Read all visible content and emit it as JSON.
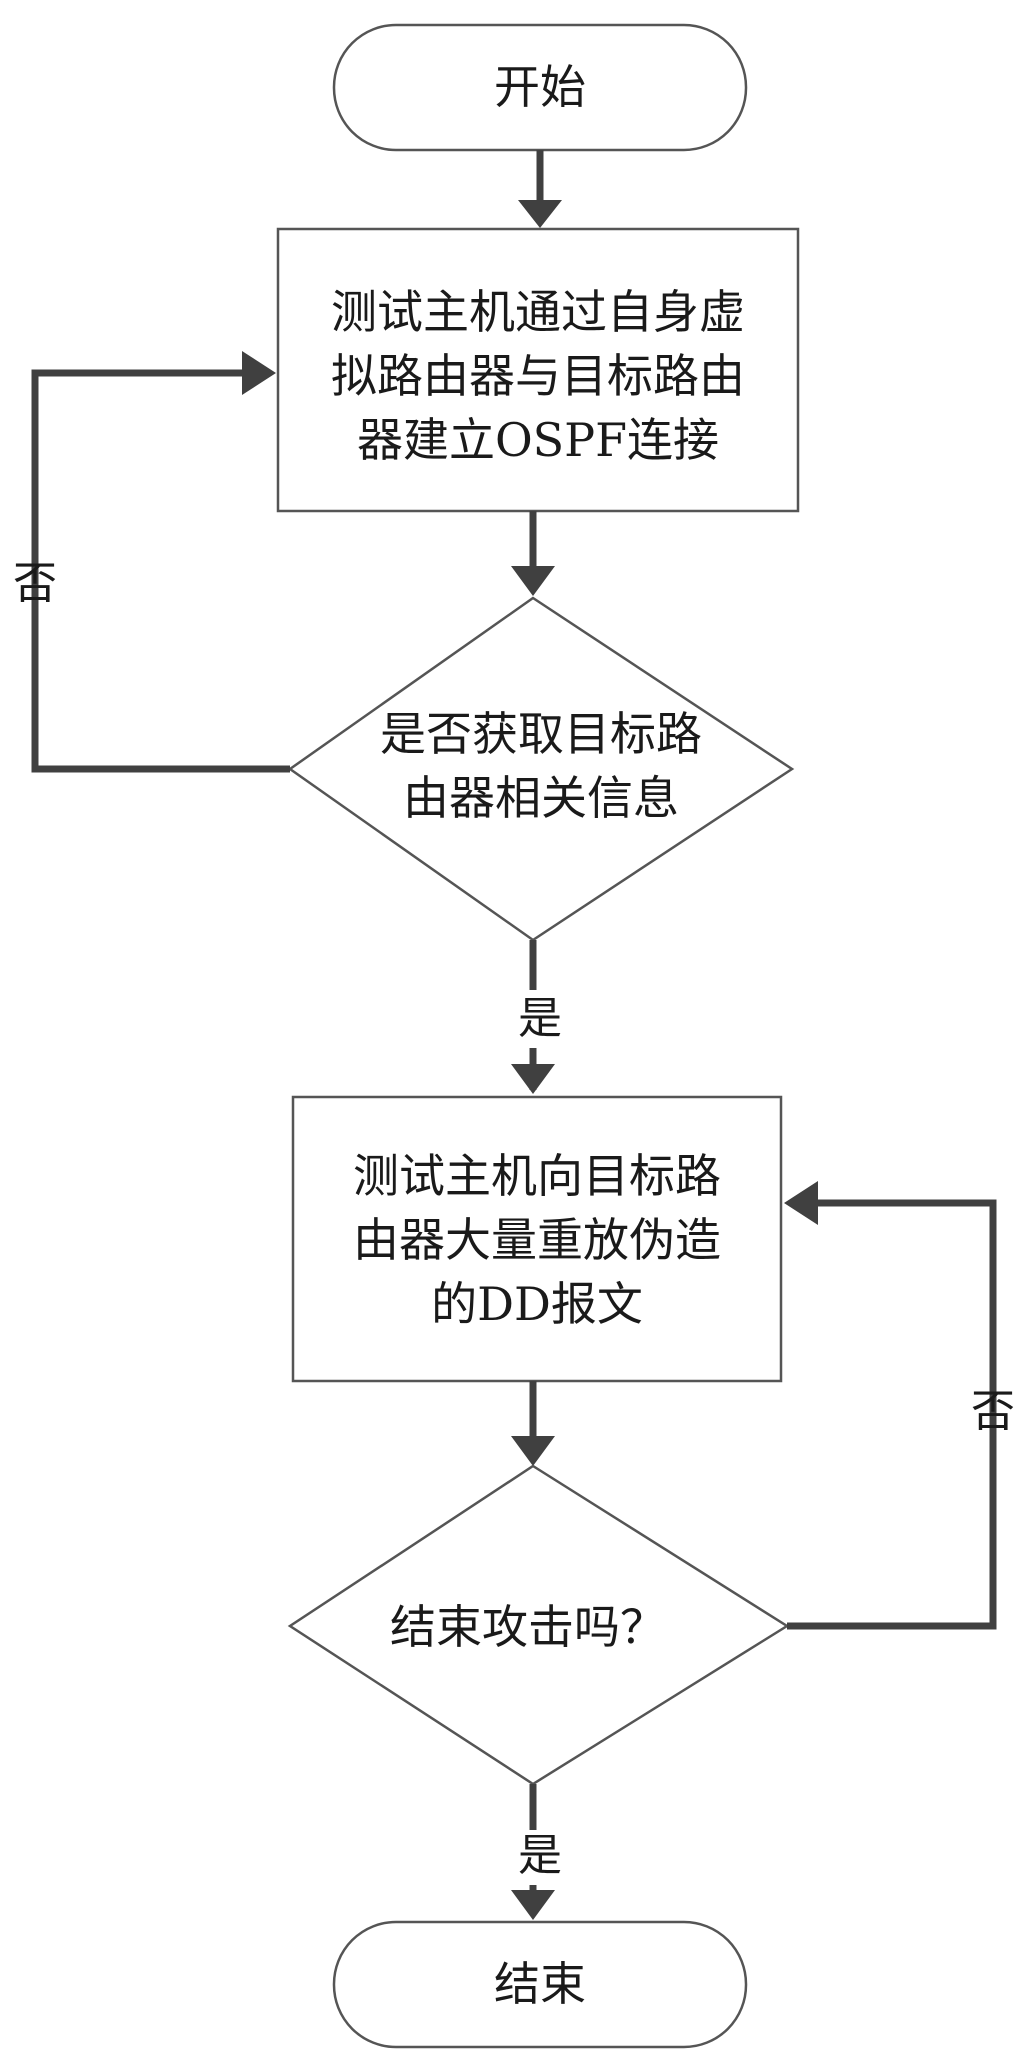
{
  "nodes": {
    "start": {
      "label": "开始"
    },
    "connect": {
      "lines": [
        "测试主机通过自身虚",
        "拟路由器与目标路由",
        "器建立OSPF连接"
      ]
    },
    "decision1": {
      "lines": [
        "是否获取目标路",
        "由器相关信息"
      ]
    },
    "replay": {
      "lines": [
        "测试主机向目标路",
        "由器大量重放伪造",
        "的DD报文"
      ]
    },
    "decision2": {
      "label": "结束攻击吗？"
    },
    "end": {
      "label": "结束"
    }
  },
  "edge_labels": {
    "decision1_no": "否",
    "decision1_yes": "是",
    "decision2_no": "否",
    "decision2_yes": "是"
  }
}
